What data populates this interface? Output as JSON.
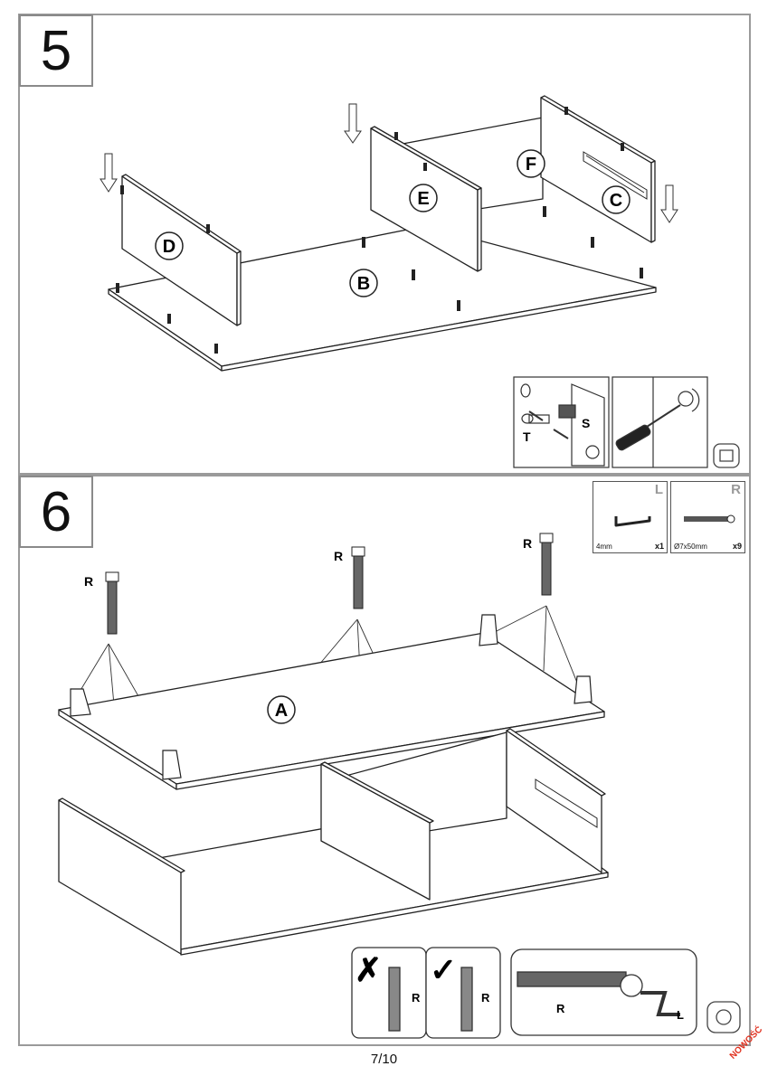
{
  "steps": [
    {
      "number": "5",
      "parts": {
        "D": "D",
        "B": "B",
        "E": "E",
        "F": "F",
        "C": "C"
      },
      "detail_labels": {
        "S": "S",
        "T": "T"
      }
    },
    {
      "number": "6",
      "parts": {
        "A": "A"
      },
      "screw_label": "R",
      "detail_labels": {
        "R": "R",
        "L": "L"
      }
    }
  ],
  "hardware": [
    {
      "letter": "L",
      "spec": "4mm",
      "qty": "x1",
      "icon": "allen-key-icon"
    },
    {
      "letter": "R",
      "spec": "Ø7x50mm",
      "qty": "x9",
      "icon": "confirmat-screw-icon"
    }
  ],
  "page_number": "7/10",
  "badge": "NOWOŚĆ"
}
